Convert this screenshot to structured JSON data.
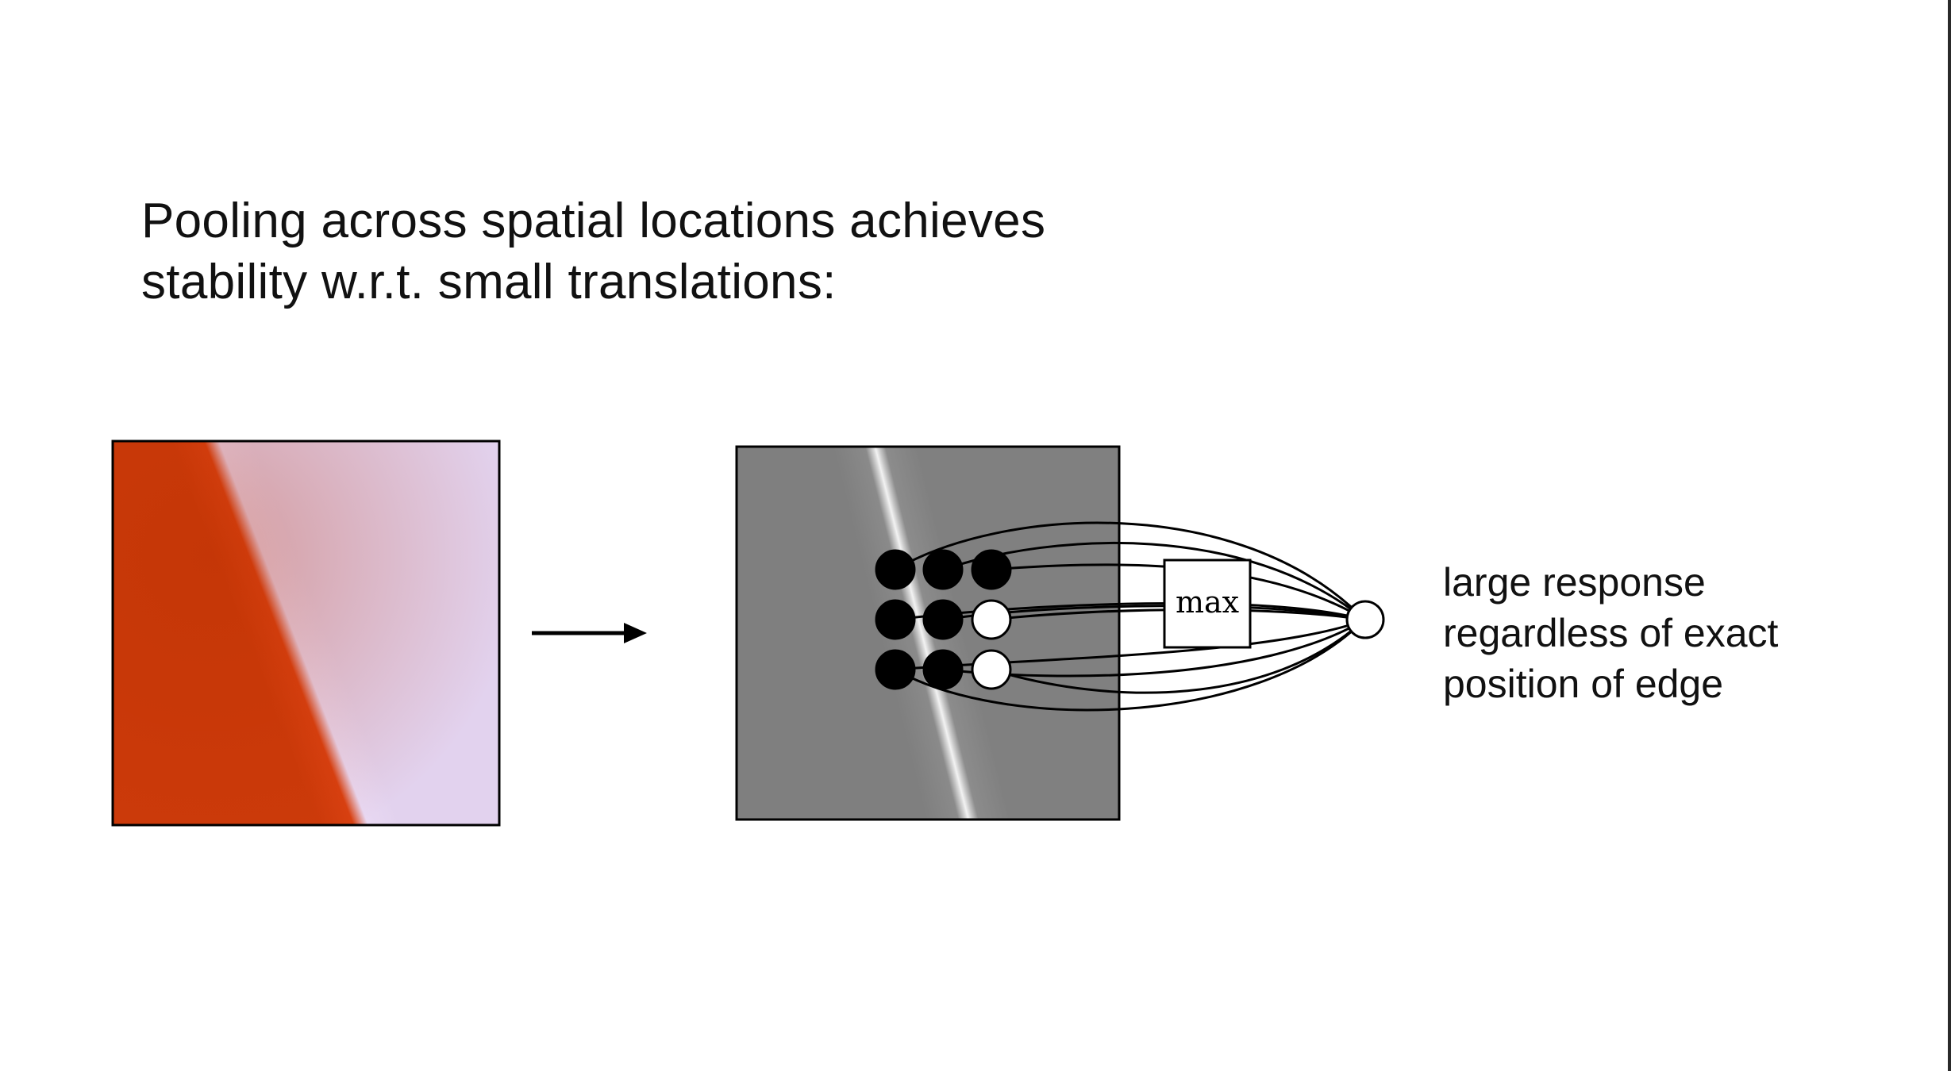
{
  "title": {
    "line1": "Pooling across spatial locations achieves",
    "line2": "stability w.r.t. small translations:"
  },
  "caption": {
    "line1": "large response",
    "line2": "regardless of exact",
    "line3": "position of edge"
  },
  "pool": {
    "label": "max",
    "units": [
      [
        true,
        true,
        true
      ],
      [
        true,
        true,
        false
      ],
      [
        true,
        true,
        false
      ]
    ]
  },
  "colors": {
    "input_dark": "#d23a08",
    "input_light": "#e6d6f1",
    "response_gray": "#808080",
    "response_highlight": "#f2f2f2",
    "unit_active": "#000000",
    "unit_inactive": "#ffffff"
  },
  "icons": {
    "arrow": "right-arrow-icon"
  }
}
